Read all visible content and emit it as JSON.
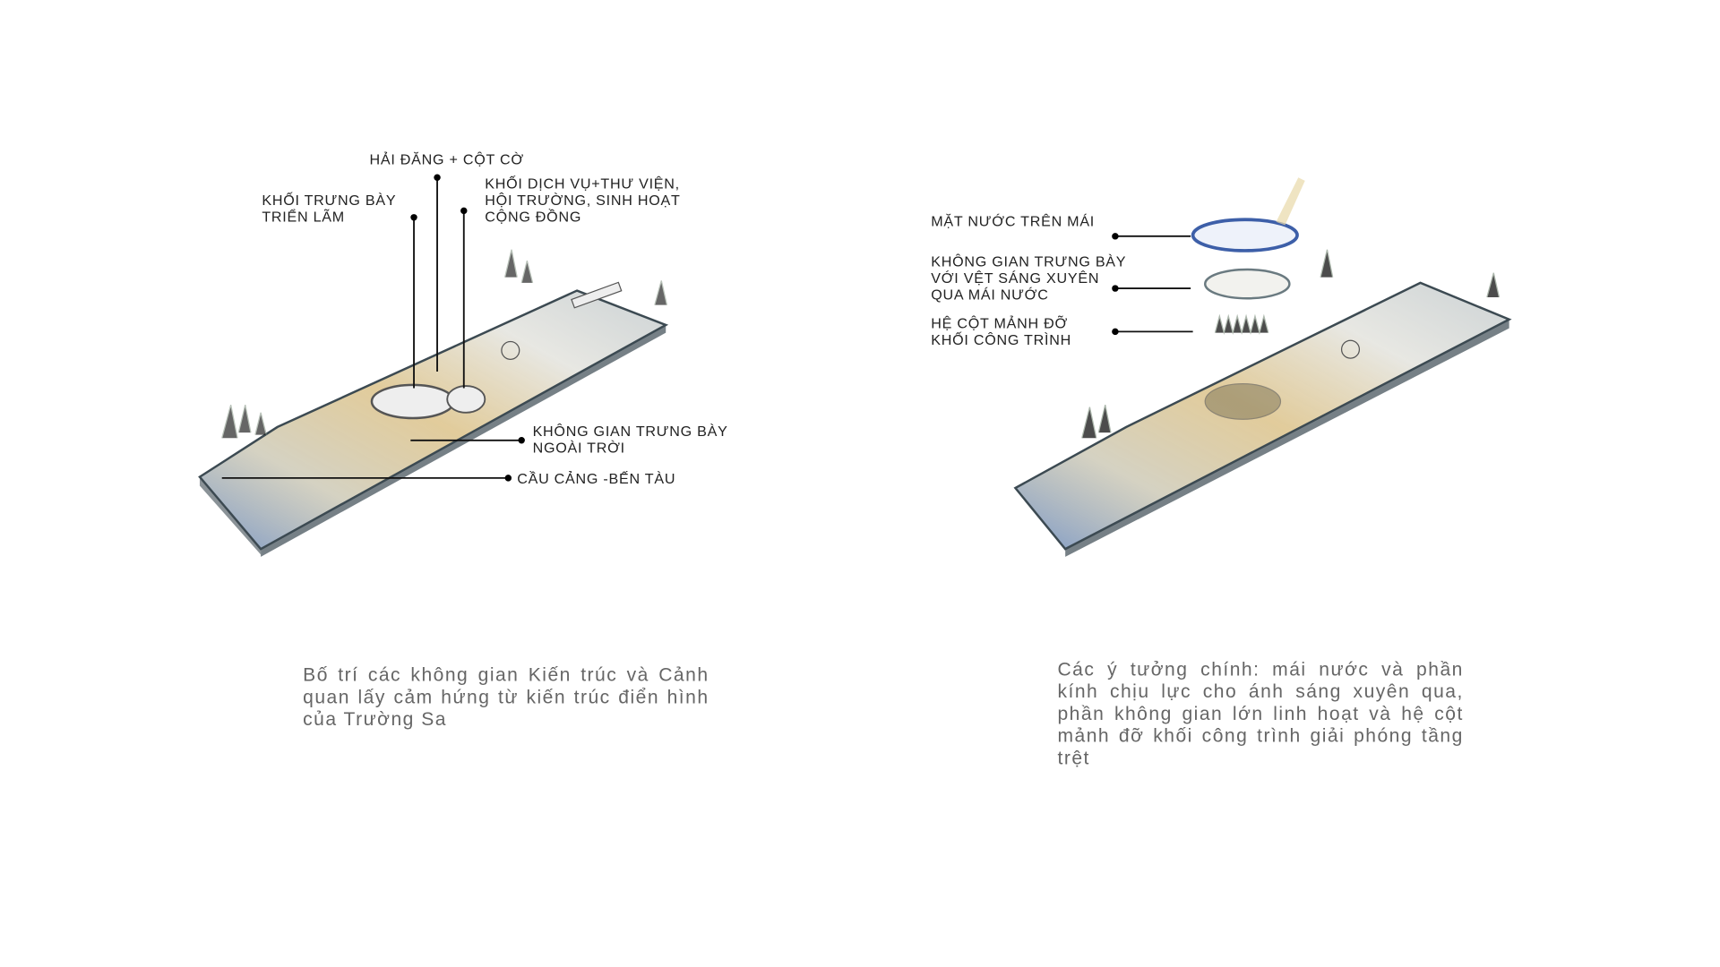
{
  "left_diagram": {
    "labels": {
      "lighthouse": "HẢI ĐĂNG + CỘT CỜ",
      "exhibit_block": "KHỐI TRƯNG BÀY\nTRIỂN LÃM",
      "service_block": "KHỐI DỊCH VỤ+THƯ VIỆN,\nHỘI TRƯỜNG, SINH HOẠT\nCỘNG ĐỒNG",
      "outdoor_exhibit": "KHÔNG GIAN TRƯNG BÀY\nNGOÀI TRỜI",
      "pier": "CẦU CẢNG -BẾN TÀU"
    },
    "caption": "Bố trí các không gian Kiến trúc và Cảnh quan lấy cảm hứng từ kiến trúc điển hình của Trường Sa"
  },
  "right_diagram": {
    "labels": {
      "roof_water": "MẶT NƯỚC TRÊN MÁI",
      "exhibit_light": "KHÔNG GIAN TRƯNG BÀY\nVỚI VỆT SÁNG XUYÊN\nQUA MÁI NƯỚC",
      "columns": "HỆ CỘT MẢNH ĐỠ\nKHỐI CÔNG TRÌNH"
    },
    "caption": "Các ý tưởng chính: mái nước và phần kính chịu lực cho ánh sáng xuyên qua, phần không gian lớn linh hoạt và hệ cột mảnh đỡ khối công trình giải phóng tầng trệt"
  },
  "colors": {
    "water": "#5b7fb8",
    "sand": "#c9a24a",
    "outline": "#3c4a52"
  }
}
